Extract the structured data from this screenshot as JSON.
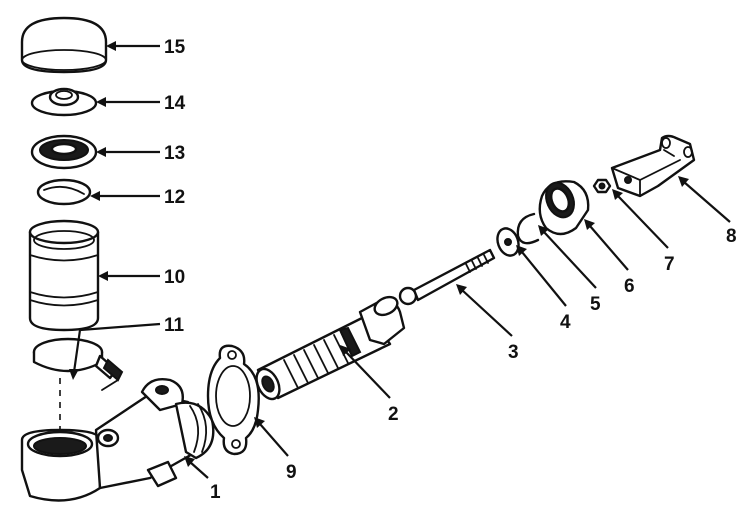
{
  "diagram": {
    "callouts": {
      "c1": "1",
      "c2": "2",
      "c3": "3",
      "c4": "4",
      "c5": "5",
      "c6": "6",
      "c7": "7",
      "c8": "8",
      "c9": "9",
      "c10": "10",
      "c11": "11",
      "c12": "12",
      "c13": "13",
      "c14": "14",
      "c15": "15"
    },
    "colors": {
      "ink": "#111111",
      "paper": "#ffffff"
    }
  }
}
